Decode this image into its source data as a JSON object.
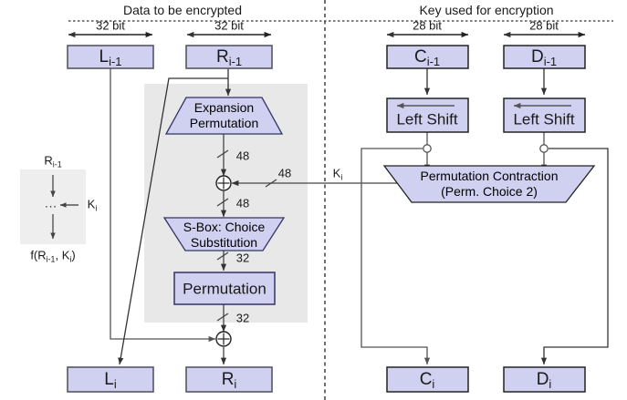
{
  "diagram": {
    "title_left": "Data to be encrypted",
    "title_right": "Key used for encryption",
    "colors": {
      "box_fill": "#d0d0f0",
      "box_stroke": "#333366",
      "shape_fill": "#d0d0f0",
      "gray_region": "#e8e8e8",
      "line": "#404040",
      "text": "#1a1a1a"
    }
  },
  "width_labels": {
    "left_data": "32 bit",
    "right_data": "32 bit",
    "left_key": "28 bit",
    "right_key": "28 bit"
  },
  "data_boxes": {
    "l_prev": "L",
    "l_prev_sub": "i-1",
    "r_prev": "R",
    "r_prev_sub": "i-1",
    "l_next": "L",
    "l_next_sub": "i",
    "r_next": "R",
    "r_next_sub": "i"
  },
  "key_boxes": {
    "c_prev": "C",
    "c_prev_sub": "i-1",
    "d_prev": "D",
    "d_prev_sub": "i-1",
    "c_next": "C",
    "c_next_sub": "i",
    "d_next": "D",
    "d_next_sub": "i"
  },
  "blocks": {
    "expansion_line1": "Expansion",
    "expansion_line2": "Permutation",
    "sbox_line1": "S-Box: Choice",
    "sbox_line2": "Substitution",
    "permutation": "Permutation",
    "left_shift_1": "Left Shift",
    "left_shift_2": "Left Shift",
    "perm_contraction_line1": "Permutation Contraction",
    "perm_contraction_line2": "(Perm. Choice 2)"
  },
  "wire_labels": {
    "exp_out": "48",
    "xor_out": "48",
    "subkey": "48",
    "sbox_out": "32",
    "perm_out": "32",
    "subkey_name": "K",
    "subkey_name_sub": "i"
  },
  "legend": {
    "input": "R",
    "input_sub": "i-1",
    "key": "K",
    "key_sub": "i",
    "dots": "...",
    "output": "f(R",
    "output_sub1": "i-1",
    "output_mid": ", K",
    "output_sub2": "i",
    "output_end": ")"
  }
}
